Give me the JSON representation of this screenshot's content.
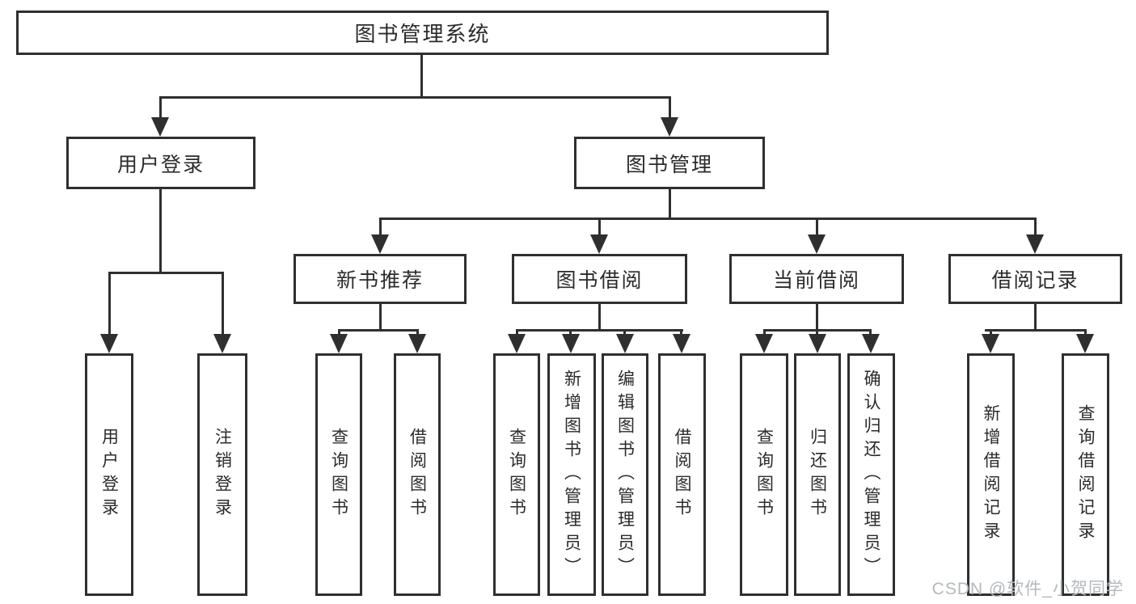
{
  "colors": {
    "line": "#2f2f2f",
    "text": "#2b2b2b",
    "background": "#ffffff",
    "watermark": "#b4b9bd"
  },
  "icons": {
    "arrow_down": "filled-down-triangle"
  },
  "watermark": "CSDN @软件_小贺同学",
  "root": {
    "label": "图书管理系统"
  },
  "branches": {
    "user_login": {
      "label": "用户登录",
      "children": {
        "login": {
          "label": "用户登录"
        },
        "logout": {
          "label": "注销登录"
        }
      }
    },
    "book_mgmt": {
      "label": "图书管理",
      "children": {
        "new_rec": {
          "label": "新书推荐",
          "children": {
            "query_books": {
              "label": "查询图书"
            },
            "borrow_books": {
              "label": "借阅图书"
            }
          }
        },
        "book_borrow": {
          "label": "图书借阅",
          "children": {
            "query_books": {
              "label": "查询图书"
            },
            "add_books": {
              "label": "新增图书（管理员）"
            },
            "edit_books": {
              "label": "编辑图书（管理员）"
            },
            "borrow_books": {
              "label": "借阅图书"
            }
          }
        },
        "current_borrow": {
          "label": "当前借阅",
          "children": {
            "query_books": {
              "label": "查询图书"
            },
            "return_books": {
              "label": "归还图书"
            },
            "confirm_return": {
              "label": "确认归还（管理员）"
            }
          }
        },
        "borrow_records": {
          "label": "借阅记录",
          "children": {
            "add_record": {
              "label": "新增借阅记录"
            },
            "query_record": {
              "label": "查询借阅记录"
            }
          }
        }
      }
    }
  }
}
